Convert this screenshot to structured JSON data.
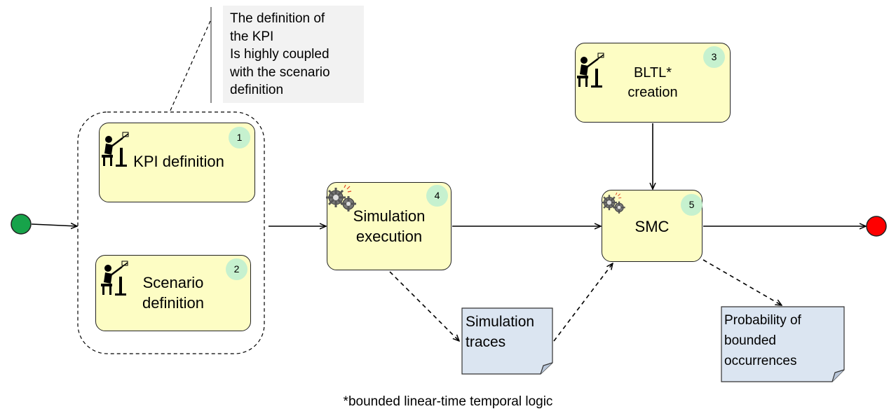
{
  "note": {
    "text": "The definition of\nthe KPI\nIs highly coupled\nwith the scenario\ndefinition"
  },
  "activities": [
    {
      "id": "kpi",
      "number": "1",
      "label": "KPI definition",
      "icon": "human-worker-icon"
    },
    {
      "id": "scenario",
      "number": "2",
      "label": "Scenario\ndefinition",
      "icon": "human-worker-icon"
    },
    {
      "id": "bltl",
      "number": "3",
      "label": "BLTL*\ncreation",
      "icon": "human-worker-icon"
    },
    {
      "id": "simulation",
      "number": "4",
      "label": "Simulation\nexecution",
      "icon": "gears-icon"
    },
    {
      "id": "smc",
      "number": "5",
      "label": "SMC",
      "icon": "gears-icon"
    }
  ],
  "artifacts": {
    "traces": "Simulation\ntraces",
    "probability": "Probability of\nbounded\noccurrences"
  },
  "footnote": "*bounded linear-time temporal logic",
  "colors": {
    "activity_fill": "#fdfdc4",
    "badge_fill": "#c6f1cf",
    "artifact_fill": "#dbe5f1",
    "start_node": "#17a34a",
    "end_node": "#ff0000",
    "note_fill": "#f2f2f2"
  }
}
